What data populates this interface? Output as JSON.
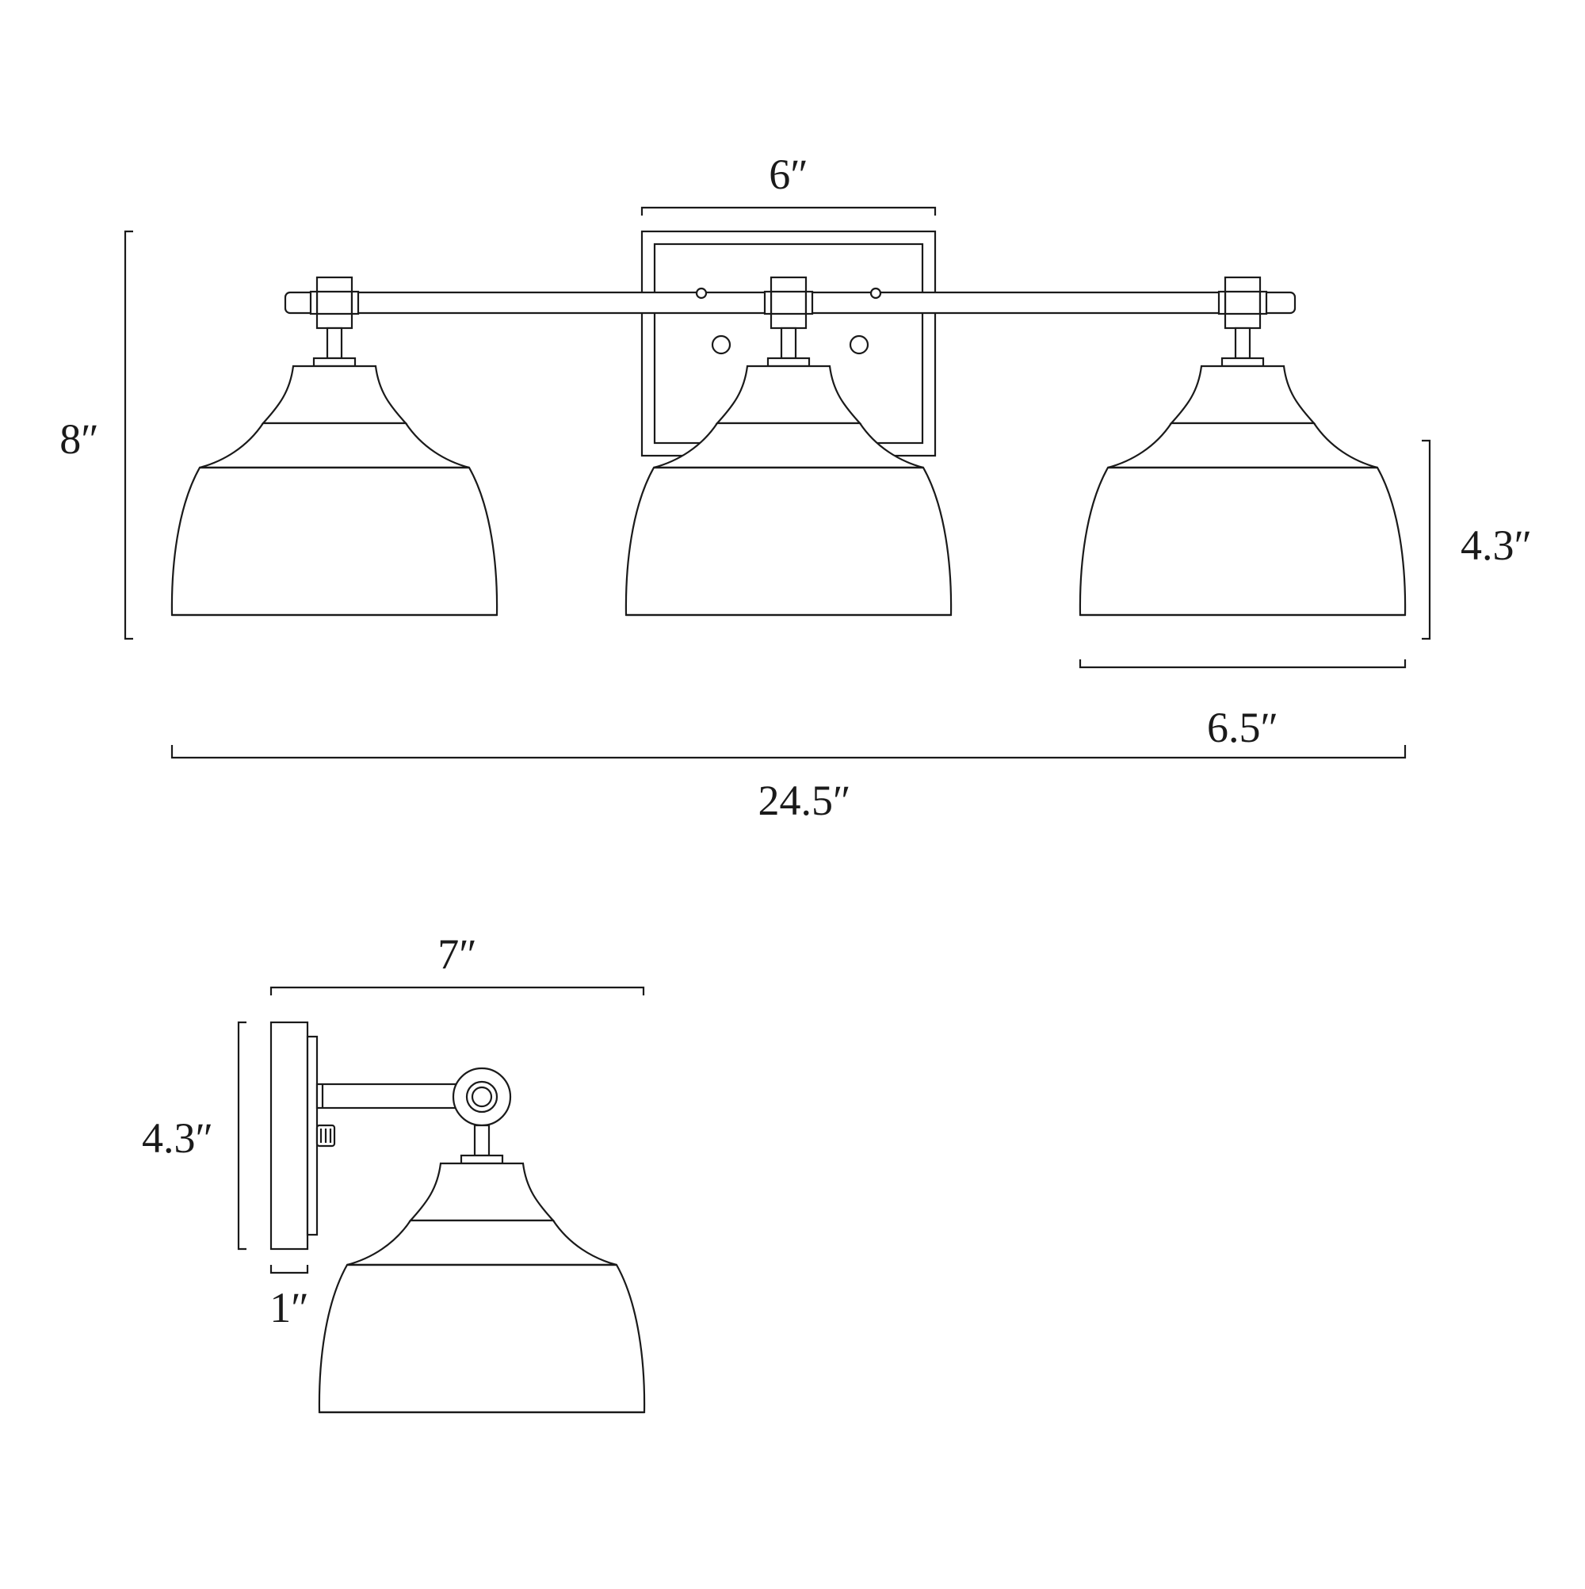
{
  "front_view": {
    "backplate_width": "6″",
    "overall_height": "8″",
    "shade_height": "4.3″",
    "shade_width": "6.5″",
    "overall_width": "24.5″"
  },
  "side_view": {
    "extension": "7″",
    "backplate_height": "4.3″",
    "backplate_depth": "1″"
  },
  "colors": {
    "line": "#1a1a1a",
    "background": "#ffffff"
  }
}
